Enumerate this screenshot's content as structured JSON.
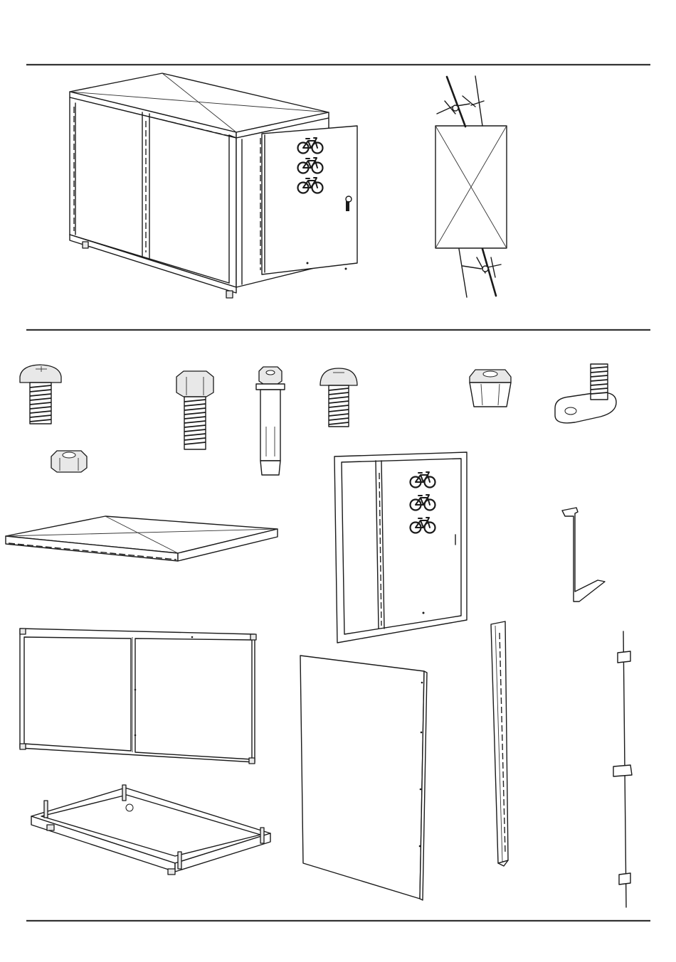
{
  "sheet": {
    "kind": "assembly-parts-sheet",
    "line_color": "#1a1a1a",
    "background": "#ffffff",
    "sections": [
      "assembled-view",
      "parts-list"
    ]
  },
  "assembled_view": {
    "items": [
      "bike-locker-assembled",
      "door-locking-rod-detail"
    ],
    "door_icons": [
      "bicycle-icon",
      "bicycle-icon",
      "bicycle-icon"
    ]
  },
  "parts": [
    "pan-head-screw",
    "hex-bolt",
    "expansion-anchor",
    "button-head-screw",
    "flange-nut",
    "levelling-foot",
    "hex-nut",
    "roof-panel",
    "door-panel",
    "door-bracket",
    "back-wall-panel",
    "base-frame",
    "side-panel",
    "corner-post",
    "locking-rod"
  ]
}
